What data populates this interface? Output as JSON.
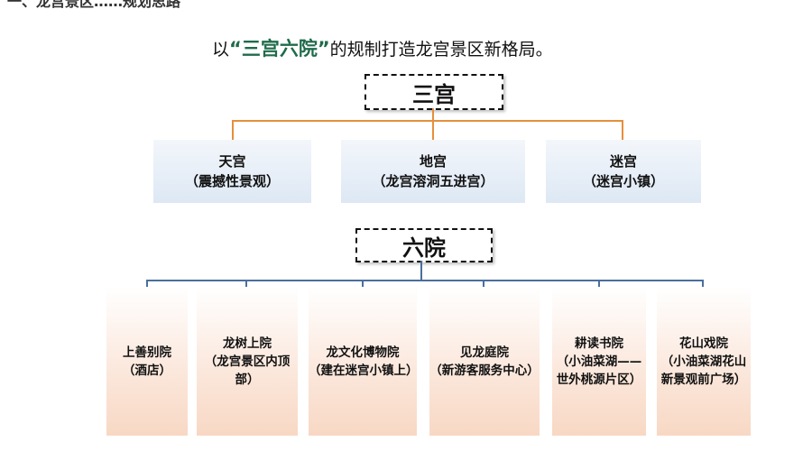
{
  "top_partial_text": "一、龙宫景区……规划思路",
  "headline": {
    "prefix": "以",
    "quote": "“三宫六院”",
    "suffix": "的规制打造龙宫景区新格局。"
  },
  "three_palaces": {
    "title": "三宫",
    "items": [
      {
        "name": "天宫",
        "desc": "（震撼性景观）"
      },
      {
        "name": "地宫",
        "desc": "（龙宫溶洞五进宫）"
      },
      {
        "name": "迷宫",
        "desc": "（迷宫小镇）"
      }
    ]
  },
  "six_courts": {
    "title": "六院",
    "items": [
      {
        "lines": [
          "上善别院",
          "（酒店）"
        ]
      },
      {
        "lines": [
          "龙树上院",
          "（龙宫景区内顶部）"
        ]
      },
      {
        "lines": [
          "龙文化博物院",
          "（建在迷宫小镇上）"
        ]
      },
      {
        "lines": [
          "见龙庭院",
          "（新游客服务中心）"
        ]
      },
      {
        "lines": [
          "耕读书院",
          "（小油菜湖——",
          "世外桃源片区）"
        ]
      },
      {
        "lines": [
          "花山戏院",
          "（小油菜湖花山",
          "新景观前广场）"
        ]
      }
    ]
  },
  "colors": {
    "orange_connector": "#e58f3c",
    "blue_connector": "#4a6f9c",
    "headline_accent": "#1f6b4a"
  }
}
